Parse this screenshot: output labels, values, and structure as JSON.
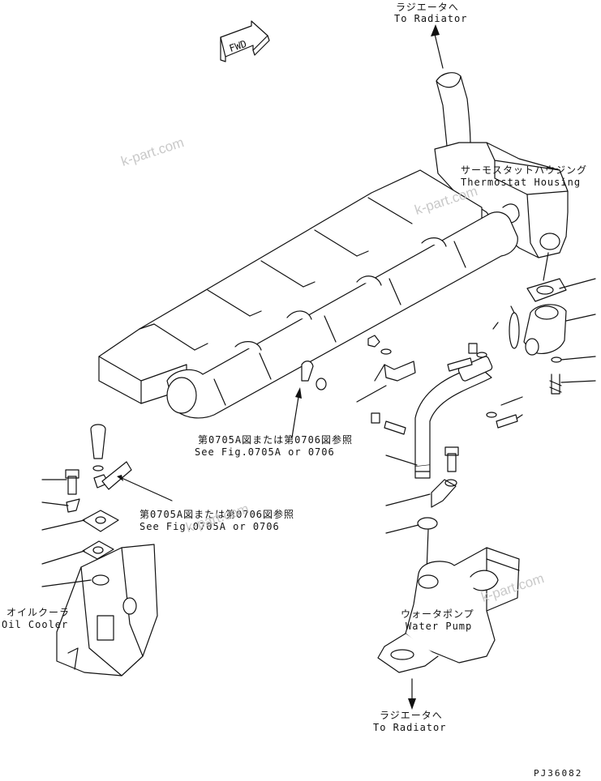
{
  "fwd": "FWD",
  "labels": {
    "top_jp": "ラジエータへ",
    "top_en": "To Radiator",
    "thermo_jp": "サーモスタットハウジング",
    "thermo_en": "Thermostat Housing",
    "see1_jp": "第0705A図または第0706図参照",
    "see1_en": "See Fig.0705A or 0706",
    "see2_jp": "第0705A図または第0706図参照",
    "see2_en": "See Fig.0705A or 0706",
    "oil_jp": "オイルクーラ",
    "oil_en": "Oil Cooler",
    "pump_jp": "ウォータポンプ",
    "pump_en": "Water Pump",
    "bottom_jp": "ラジエータへ",
    "bottom_en": "To Radiator"
  },
  "watermark": "k-part.com",
  "drawing_code": "PJ36082"
}
